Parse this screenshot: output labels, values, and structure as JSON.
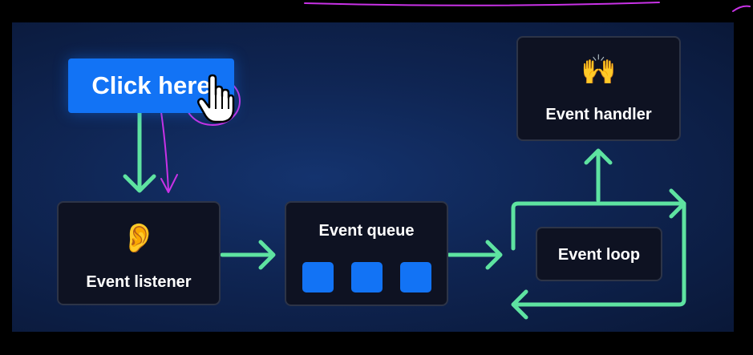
{
  "button": {
    "label": "Click here"
  },
  "nodes": {
    "listener": {
      "label": "Event listener",
      "icon": "ear-icon",
      "emoji": "👂"
    },
    "queue": {
      "label": "Event queue",
      "items": 3
    },
    "loop": {
      "label": "Event loop"
    },
    "handler": {
      "label": "Event handler",
      "icon": "raising-hands-icon",
      "emoji": "🙌"
    }
  },
  "colors": {
    "background": "#000000",
    "panel": "#0f2553",
    "node_fill": "#0e1222",
    "node_border": "#2d3447",
    "accent_blue": "#1273f5",
    "arrow_green": "#5ee3a1",
    "annotation_purple": "#c832e6"
  },
  "icons": [
    "ear-icon",
    "raising-hands-icon",
    "hand-pointer-icon"
  ]
}
